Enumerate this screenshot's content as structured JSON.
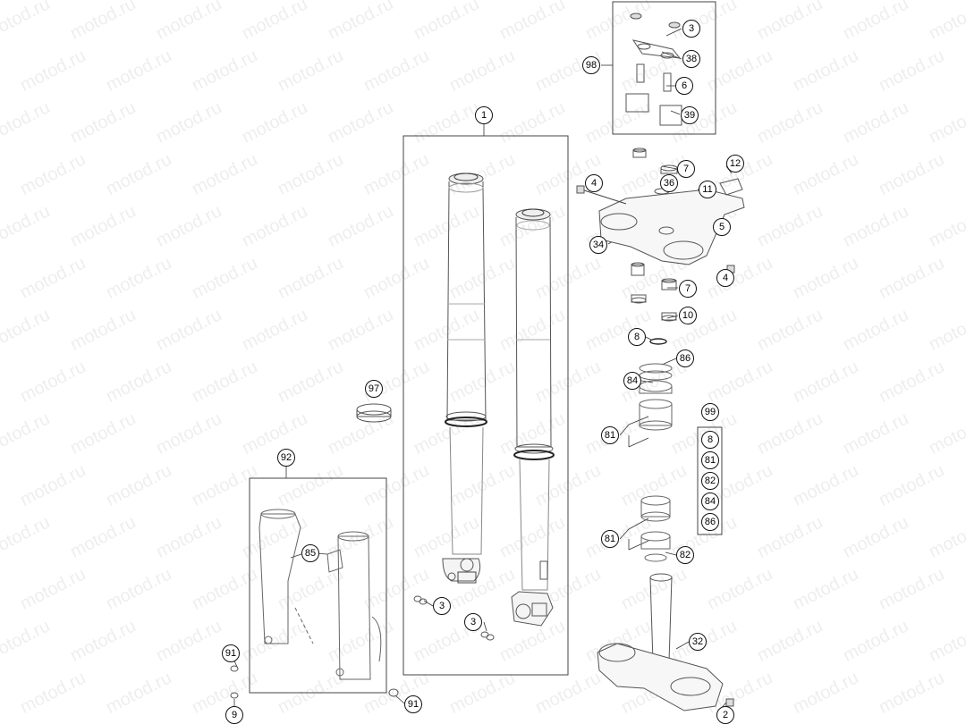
{
  "watermark": {
    "text": "motod.ru"
  },
  "group_98_list": {
    "label": "99",
    "items": [
      "8",
      "81",
      "82",
      "84",
      "86"
    ]
  },
  "callouts": [
    {
      "id": "c3a",
      "label": "3"
    },
    {
      "id": "c38",
      "label": "38"
    },
    {
      "id": "c98",
      "label": "98"
    },
    {
      "id": "c6",
      "label": "6"
    },
    {
      "id": "c39",
      "label": "39"
    },
    {
      "id": "c1",
      "label": "1"
    },
    {
      "id": "c7a",
      "label": "7"
    },
    {
      "id": "c12",
      "label": "12"
    },
    {
      "id": "c4a",
      "label": "4"
    },
    {
      "id": "c36",
      "label": "36"
    },
    {
      "id": "c11",
      "label": "11"
    },
    {
      "id": "c5",
      "label": "5"
    },
    {
      "id": "c34",
      "label": "34"
    },
    {
      "id": "c4b",
      "label": "4"
    },
    {
      "id": "c7b",
      "label": "7"
    },
    {
      "id": "c10",
      "label": "10"
    },
    {
      "id": "c8",
      "label": "8"
    },
    {
      "id": "c86",
      "label": "86"
    },
    {
      "id": "c84",
      "label": "84"
    },
    {
      "id": "c97",
      "label": "97"
    },
    {
      "id": "c81a",
      "label": "81"
    },
    {
      "id": "c92",
      "label": "92"
    },
    {
      "id": "c85",
      "label": "85"
    },
    {
      "id": "c81b",
      "label": "81"
    },
    {
      "id": "c82",
      "label": "82"
    },
    {
      "id": "c3b",
      "label": "3"
    },
    {
      "id": "c3c",
      "label": "3"
    },
    {
      "id": "c32",
      "label": "32"
    },
    {
      "id": "c91a",
      "label": "91"
    },
    {
      "id": "c9",
      "label": "9"
    },
    {
      "id": "c91b",
      "label": "91"
    },
    {
      "id": "c2",
      "label": "2"
    }
  ]
}
